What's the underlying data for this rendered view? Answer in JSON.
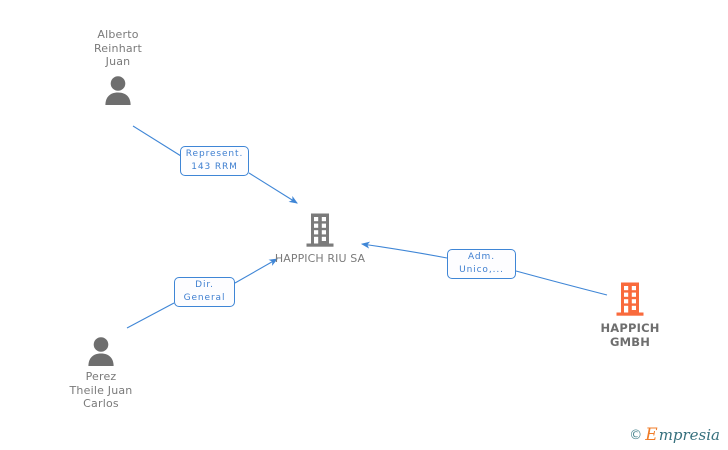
{
  "diagram": {
    "type": "org-relationship-graph",
    "background_color": "#ffffff",
    "edge_color": "#3f86d6",
    "person_icon_color": "#6e6e6e",
    "company_main_icon_color": "#7b7b7b",
    "company_related_icon_color": "#f96a3c"
  },
  "nodes": {
    "person_top": {
      "icon": "person-icon",
      "label": "Alberto\nReinhart\nJuan"
    },
    "person_bottom": {
      "icon": "person-icon",
      "label": "Perez\nTheile Juan\nCarlos"
    },
    "company_center": {
      "icon": "building-icon",
      "label": "HAPPICH RIU SA"
    },
    "company_right": {
      "icon": "building-icon",
      "label": "HAPPICH\nGMBH"
    }
  },
  "relations": [
    {
      "id": "represent",
      "label": "Represent.\n143 RRM",
      "from": "person_top",
      "to": "company_center"
    },
    {
      "id": "dir-general",
      "label": "Dir.\nGeneral",
      "from": "person_bottom",
      "to": "company_center"
    },
    {
      "id": "adm-unico",
      "label": "Adm.\nUnico,...",
      "from": "company_right",
      "to": "company_center"
    }
  ],
  "watermark": {
    "copyright": "©",
    "brand_initial": "E",
    "brand_rest": "mpresia"
  }
}
